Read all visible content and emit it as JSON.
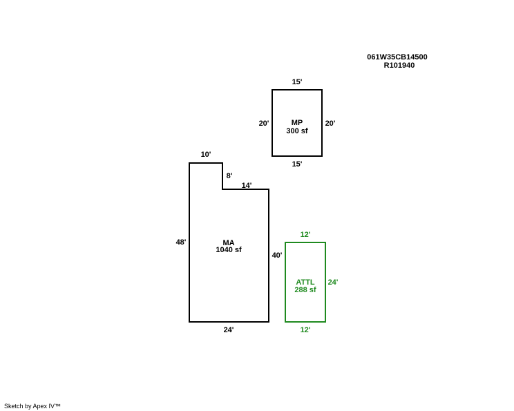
{
  "header": {
    "parcel_id": "061W35CB14500",
    "account_id": "R101940"
  },
  "footer": {
    "credit": "Sketch by Apex IV™"
  },
  "colors": {
    "main_outline": "#000000",
    "attached_outline": "#1f8a1f"
  },
  "areas": {
    "mp": {
      "code": "MP",
      "area": "300 sf",
      "dims": {
        "top": "15'",
        "bottom": "15'",
        "left": "20'",
        "right": "20'"
      }
    },
    "ma": {
      "code": "MA",
      "area": "1040 sf",
      "dims": {
        "top": "10'",
        "notch_side": "8'",
        "notch_top": "14'",
        "left": "48'",
        "right": "40'",
        "bottom": "24'"
      }
    },
    "attl": {
      "code": "ATTL",
      "area": "288 sf",
      "dims": {
        "top": "12'",
        "bottom": "12'",
        "right": "24'"
      }
    }
  }
}
